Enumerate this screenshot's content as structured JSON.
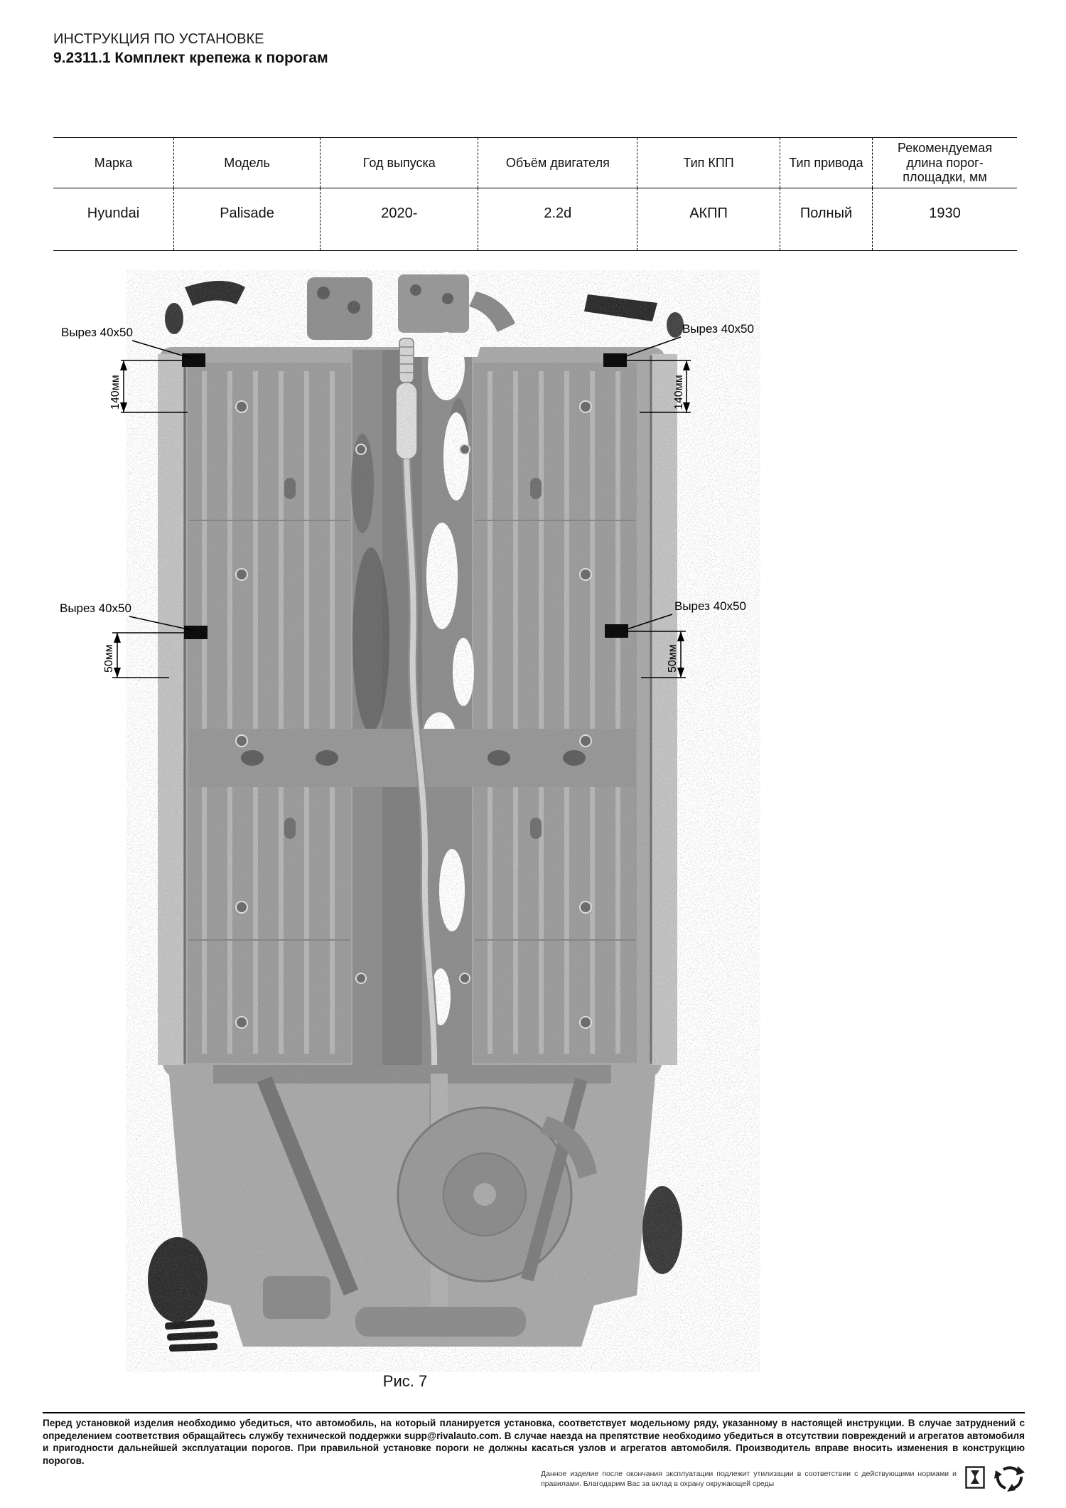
{
  "header": {
    "line1": "ИНСТРУКЦИЯ ПО УСТАНОВКЕ",
    "line2": "9.2311.1 Комплект крепежа к порогам"
  },
  "table": {
    "columns": [
      "Марка",
      "Модель",
      "Год выпуска",
      "Объём двигателя",
      "Тип КПП",
      "Тип привода",
      "Рекомендуемая длина порог-площадки, мм"
    ],
    "row": [
      "Hyundai",
      "Palisade",
      "2020-",
      "2.2d",
      "АКПП",
      "Полный",
      "1930"
    ]
  },
  "figure": {
    "caption": "Рис. 7",
    "photo_subject": "car underbody bottom view with cutout marks",
    "cutouts": [
      {
        "label": "Вырез 40x50",
        "position": "top-left"
      },
      {
        "label": "Вырез 40x50",
        "position": "top-right"
      },
      {
        "label": "Вырез 40x50",
        "position": "middle-left"
      },
      {
        "label": "Вырез 40x50",
        "position": "middle-right"
      }
    ],
    "dims": [
      {
        "label": "140мм",
        "position": "top-left"
      },
      {
        "label": "50мм",
        "position": "middle-left"
      },
      {
        "label": "140мм",
        "position": "top-right"
      },
      {
        "label": "50мм",
        "position": "middle-right"
      }
    ]
  },
  "footer": {
    "warning": "Перед установкой изделия необходимо убедиться, что автомобиль, на который планируется установка, соответствует модельному ряду, указанному в настоящей инструкции. В случае затруднений с определением соответствия обращайтесь службу технической поддержки supp@rivalauto.com. В случае наезда на препятствие необходимо убедиться в отсутствии повреждений и агрегатов автомобиля и пригодности дальнейшей эксплуатации порогов. При правильной установке пороги не должны касаться узлов и агрегатов автомобиля. Производитель вправе вносить изменения в конструкцию порогов.",
    "recycle_note": "Данное изделие после окончания эксплуатации подлежит утилизации в соответствии с действующими нормами и правилами. Благодарим Вас за вклад в охрану окружающей среды",
    "icons": [
      "disposal-hourglass-icon",
      "recycling-icon"
    ]
  },
  "colors": {
    "text": "#000000",
    "photo_base": "#a6a6a6",
    "cutout_mark": "#0d0d0d"
  }
}
